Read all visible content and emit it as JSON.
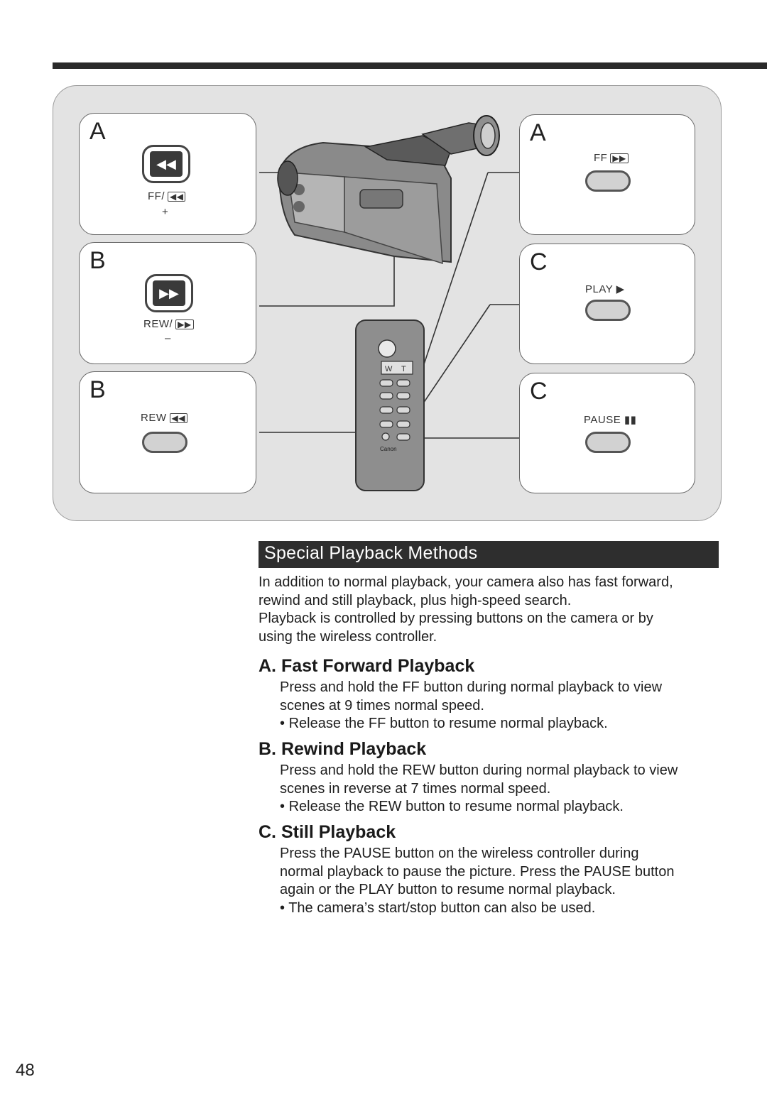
{
  "page": {
    "number": "48"
  },
  "figure": {
    "panels": [
      {
        "letter": "A",
        "button_label": "FF/",
        "sub_label": "+"
      },
      {
        "letter": "B",
        "button_label": "REW/",
        "sub_label": "–"
      },
      {
        "letter": "B",
        "button_label": "REW"
      },
      {
        "letter": "A",
        "button_label": "FF"
      },
      {
        "letter": "C",
        "button_label": "PLAY ▶"
      },
      {
        "letter": "C",
        "button_label": "PAUSE ▮▮"
      }
    ],
    "remote_brand": "Canon"
  },
  "section": {
    "title": "Special Playback Methods",
    "intro": [
      "In addition to normal playback, your camera also has fast forward,",
      "rewind and still playback, plus high-speed search.",
      "Playback is controlled by pressing buttons on the camera or by",
      "using the wireless controller."
    ],
    "subsections": [
      {
        "heading": "A. Fast Forward Playback",
        "body": [
          "Press and hold the FF button during normal playback to view",
          "scenes at 9 times normal speed."
        ],
        "bullet": "Release the FF button to resume normal playback."
      },
      {
        "heading": "B. Rewind Playback",
        "body": [
          "Press and hold the REW button during normal playback to view",
          "scenes in reverse at 7 times normal speed."
        ],
        "bullet": "Release the REW button to resume normal playback."
      },
      {
        "heading": "C. Still Playback",
        "body": [
          "Press the PAUSE button on the wireless controller during",
          "normal playback to pause the picture.  Press the PAUSE button",
          "again or the PLAY button to resume normal playback."
        ],
        "bullet": "The camera’s start/stop button can also be used."
      }
    ]
  }
}
